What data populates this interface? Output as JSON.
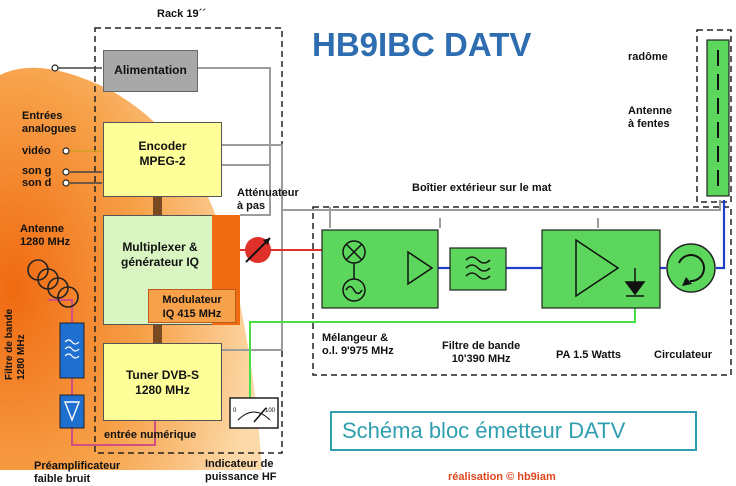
{
  "title": "HB9IBC DATV",
  "rack_label": "Rack 19´´",
  "outdoor_label": "Boîtier extérieur sur le mat",
  "radome_label": "radôme",
  "antenna_slot_label": "Antenne\nà fentes",
  "inputs": {
    "heading": "Entrées\nanalogues",
    "video": "vidéo",
    "son_g": "son g",
    "son_d": "son d"
  },
  "antenna_rx_label": "Antenne\n1280 MHz",
  "bandpass_rx_label": "Filtre de bande\n1280 MHz",
  "preamp_label": "Préamplificateur\nfaible bruit",
  "blocks": {
    "alimentation": "Alimentation",
    "encoder": "Encoder\nMPEG-2",
    "multiplexer": "Multiplexer &\ngénérateur IQ",
    "modulator": "Modulateur\nIQ 415 MHz",
    "tuner": "Tuner DVB-S\n1280 MHz",
    "digital_input": "entrée numérique"
  },
  "attenuator_label": "Atténuateur\nà pas",
  "power_indicator_label": "Indicateur de\npuissance HF",
  "outdoor_blocks": {
    "mixer": "Mélangeur &\no.l. 9'975 MHz",
    "filter": "Filtre de bande\n10'390 MHz",
    "pa": "PA 1.5 Watts",
    "circulator": "Circulateur"
  },
  "caption": "Schéma bloc émetteur DATV",
  "credit": "réalisation © hb9iam",
  "colors": {
    "title": "#2e6db0",
    "caption": "#2f9fb0",
    "credit": "#e0461e",
    "block_yellow": "#ffff99",
    "block_green": "#5cd65c",
    "block_gray": "#a8a8a8",
    "orange_fill": "#f7a24a",
    "signal_red": "#e0302a",
    "signal_blue": "#1f3fc8",
    "signal_green": "#46e046"
  }
}
